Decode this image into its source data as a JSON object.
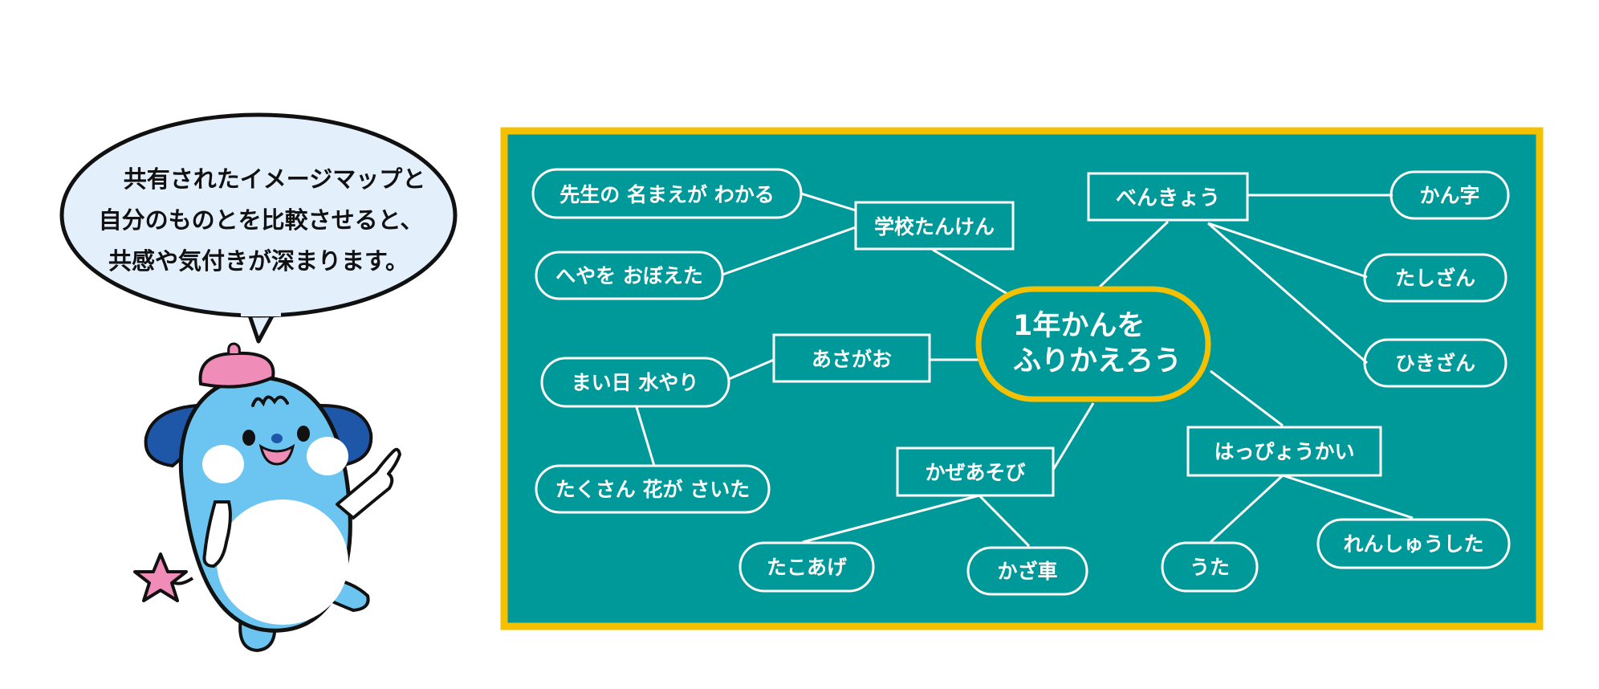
{
  "speech_bubble": {
    "lines": [
      "共有されたイメージマップと",
      "自分のものとを比較させると、",
      "共感や気付きが深まります。"
    ]
  },
  "colors": {
    "board": "#00999a",
    "frame": "#f5c000",
    "center_border": "#f5c000",
    "node_stroke": "#ffffff",
    "bubble_fill": "#e3f0fc",
    "mascot_body": "#6cc4f0",
    "mascot_ears": "#1e56a8",
    "mascot_beret": "#f08cb8"
  },
  "mind_map": {
    "center": "1年かんを\nふりかえろう",
    "nodes": {
      "benkyou": "べんきょう",
      "kanji": "かん字",
      "tashizan": "たしざん",
      "hikizan": "ひきざん",
      "gakkou": "学校たんけん",
      "sensei": "先生の 名まえが わかる",
      "heya": "へやを おぼえた",
      "asagao": "あさがお",
      "mizuyari": "まい日 水やり",
      "hana": "たくさん 花が さいた",
      "kaze": "かぜあそび",
      "tako": "たこあげ",
      "kazaguruma": "かざ車",
      "happyou": "はっぴょうかい",
      "uta": "うた",
      "renshuu": "れんしゅうした"
    }
  }
}
